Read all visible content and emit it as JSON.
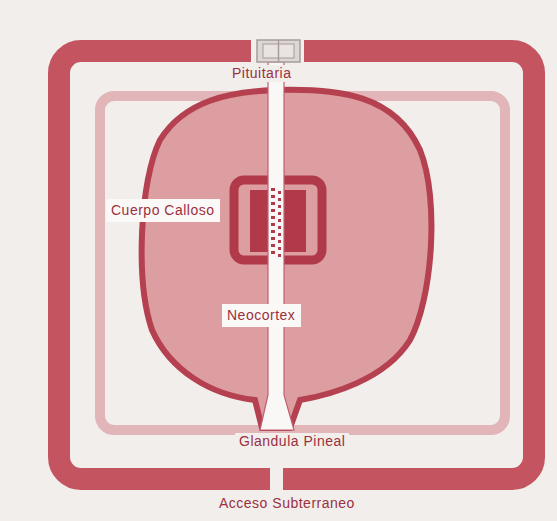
{
  "diagram": {
    "nodes": [
      {
        "text": [
          "Cuerpo Calloso"
        ]
      },
      {
        "text": [
          "Neocortex"
        ]
      }
    ],
    "labels": [
      "Pituitaria",
      "Glandula Pineal",
      "Acceso Subterraneo"
    ]
  }
}
